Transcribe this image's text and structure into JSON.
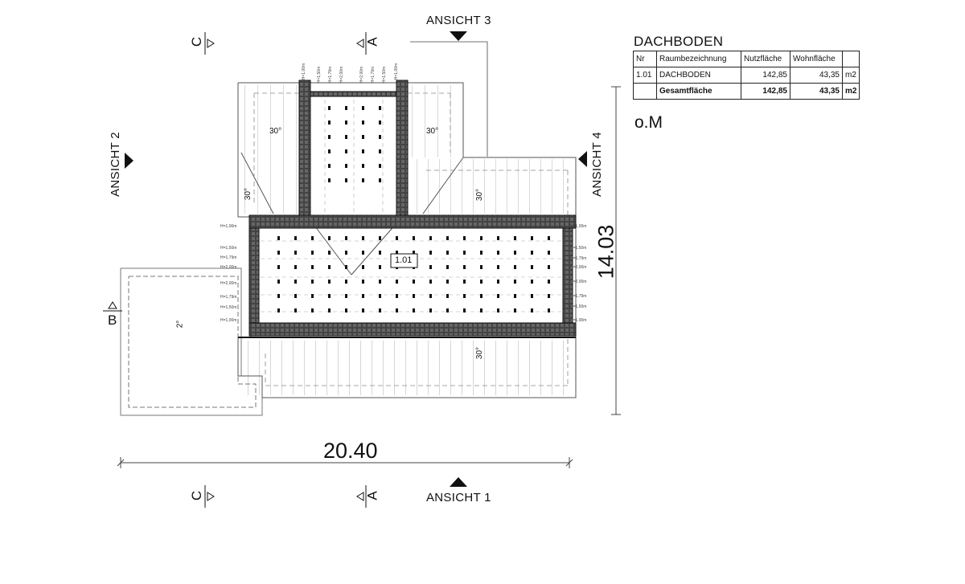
{
  "views": {
    "ansicht_1": "ANSICHT 1",
    "ansicht_2": "ANSICHT 2",
    "ansicht_3": "ANSICHT 3",
    "ansicht_4": "ANSICHT 4"
  },
  "section_cuts": {
    "a": "A",
    "b": "B",
    "c": "C"
  },
  "dimensions": {
    "width": "20.40",
    "depth": "14.03"
  },
  "plan": {
    "room_tag": "1.01",
    "roof_pitch": "30°",
    "terrace_slope": "2°",
    "height_marks": [
      "H=1,00m",
      "H=1,50m",
      "H=1,79m",
      "H=2,00m",
      "H=2,00m",
      "H=1,79m",
      "H=1,50m",
      "H=1,00m"
    ]
  },
  "room_table": {
    "title": "DACHBODEN",
    "columns": [
      "Nr",
      "Raumbezeichnung",
      "Nutzfläche",
      "Wohnfläche",
      ""
    ],
    "rows": [
      {
        "nr": "1.01",
        "name": "DACHBODEN",
        "nutz": "142,85",
        "wohn": "43,35",
        "unit": "m2"
      }
    ],
    "total": {
      "nr": "",
      "name": "Gesamtfläche",
      "nutz": "142,85",
      "wohn": "43,35",
      "unit": "m2"
    }
  },
  "level_label": "o.M"
}
